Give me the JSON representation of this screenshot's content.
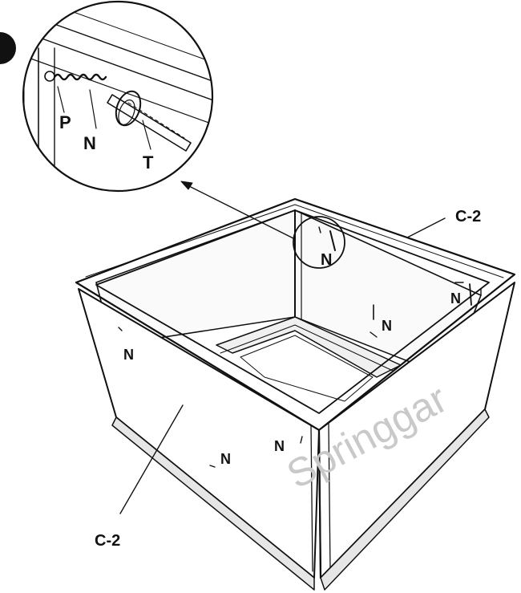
{
  "diagram": {
    "labels": {
      "panel_top": "C-2",
      "panel_front": "C-2",
      "nail": "N",
      "pin": "P",
      "tool": "T"
    },
    "watermark": "Springgar"
  },
  "colors": {
    "ink": "#111111",
    "watermark": "#c9c9c9",
    "background": "#ffffff"
  }
}
